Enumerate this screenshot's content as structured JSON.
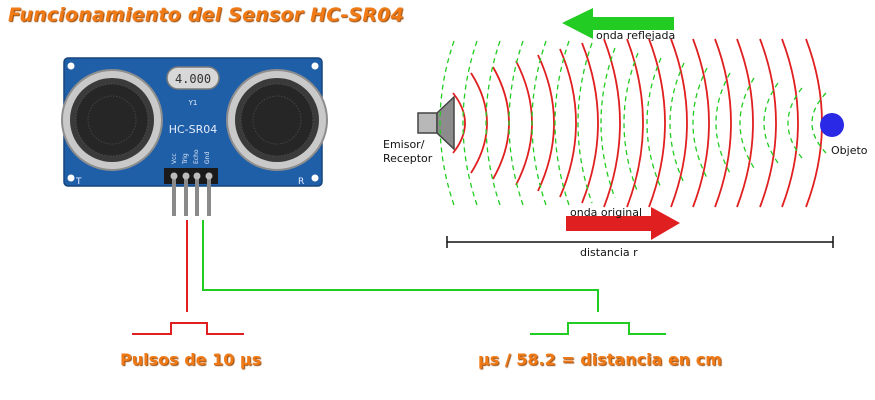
{
  "title": "Funcionamiento del Sensor HC-SR04",
  "sensor": {
    "crystal_label": "4.000",
    "crystal_sub": "Y1",
    "model_label": "HC-SR04",
    "pin_labels": [
      "Vcc",
      "Trig",
      "Echo",
      "Gnd"
    ],
    "corner_t": "T",
    "corner_r": "R"
  },
  "labels": {
    "reflected_wave": "onda reflejada",
    "original_wave": "onda original",
    "emitter_line1": "Emisor/",
    "emitter_line2": "Receptor",
    "object": "Objeto",
    "distance": "distancia r"
  },
  "captions": {
    "trigger": "Pulsos de 10 µs",
    "echo": "µs / 58.2 = distancia en cm"
  },
  "colors": {
    "title": "#f07a16",
    "trigger_signal": "#e02020",
    "echo_signal": "#22cc22",
    "original_wave": "#e02020",
    "reflected_wave": "#22cc22",
    "object": "#2a2ae6",
    "board": "#1f5fa8"
  }
}
